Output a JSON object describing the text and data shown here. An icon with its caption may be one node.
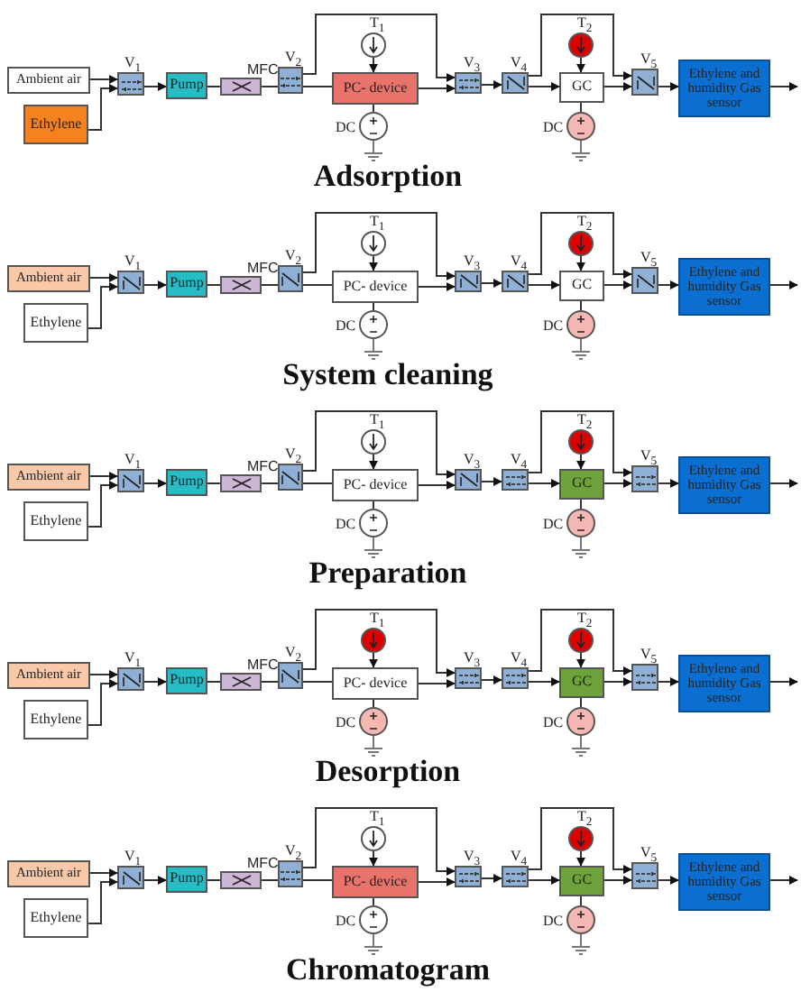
{
  "diagram": {
    "nodes": [
      {
        "text": [
          "Ambient air"
        ]
      },
      {
        "text": [
          "Ethylene"
        ]
      },
      {
        "text": [],
        "shape": "box",
        "beside": [
          "V$_{1}$"
        ]
      },
      {
        "text": [
          "Pump"
        ]
      },
      {
        "text": [],
        "shape": "box",
        "beside": [
          "MFC"
        ]
      },
      {
        "text": [],
        "shape": "box",
        "beside": [
          "V$_{2}$"
        ]
      },
      {
        "text": [
          "PC- device"
        ]
      },
      {
        "text": [],
        "shape": "circle",
        "beside": [
          "T$_{1}$"
        ]
      },
      {
        "text": [],
        "shape": "circle",
        "beside": [
          "DC"
        ]
      },
      {
        "text": [],
        "shape": "box",
        "beside": [
          "V$_{3}$"
        ]
      },
      {
        "text": [],
        "shape": "box",
        "beside": [
          "V$_{4}$"
        ]
      },
      {
        "text": [
          "GC"
        ]
      },
      {
        "text": [],
        "shape": "circle",
        "beside": [
          "T$_{2}$"
        ]
      },
      {
        "text": [],
        "shape": "circle",
        "beside": [
          "DC"
        ]
      },
      {
        "text": [],
        "shape": "box",
        "beside": [
          "V$_{5}$"
        ]
      },
      {
        "text": [
          "Ethylene and humidity Gas sensor"
        ]
      },
      {
        "text": [
          "Ambient air"
        ]
      },
      {
        "text": [
          "Ethylene"
        ]
      },
      {
        "text": [],
        "shape": "box",
        "beside": [
          "V$_{1}$"
        ]
      },
      {
        "text": [
          "Pump"
        ]
      },
      {
        "text": [],
        "shape": "box",
        "beside": [
          "MFC"
        ]
      },
      {
        "text": [],
        "shape": "box",
        "beside": [
          "V$_{2}$"
        ]
      },
      {
        "text": [
          "PC- device"
        ]
      },
      {
        "text": [],
        "shape": "circle",
        "beside": [
          "T$_{1}$"
        ]
      },
      {
        "text": [],
        "shape": "circle",
        "beside": [
          "DC"
        ]
      },
      {
        "text": [],
        "shape": "box",
        "beside": [
          "V$_{3}$"
        ]
      },
      {
        "text": [],
        "shape": "box",
        "beside": [
          "V$_{4}$"
        ]
      },
      {
        "text": [
          "GC"
        ]
      },
      {
        "text": [],
        "shape": "circle",
        "beside": [
          "T$_{2}$"
        ]
      },
      {
        "text": [],
        "shape": "circle",
        "beside": [
          "DC"
        ]
      },
      {
        "text": [],
        "shape": "box",
        "beside": [
          "V$_{5}$"
        ]
      },
      {
        "text": [
          "Ethylene and humidity Gas sensor"
        ]
      },
      {
        "text": [
          "Ambient air"
        ]
      },
      {
        "text": [
          "Ethylene"
        ]
      },
      {
        "text": [],
        "shape": "box",
        "beside": [
          "V$_{1}$"
        ]
      },
      {
        "text": [
          "Pump"
        ]
      },
      {
        "text": [],
        "shape": "box",
        "beside": [
          "MFC"
        ]
      },
      {
        "text": [],
        "shape": "box",
        "beside": [
          "V$_{2}$"
        ]
      },
      {
        "text": [
          "PC- device"
        ]
      },
      {
        "text": [],
        "shape": "circle",
        "beside": [
          "T$_{1}$"
        ]
      },
      {
        "text": [],
        "shape": "circle",
        "beside": [
          "DC"
        ]
      },
      {
        "text": [],
        "shape": "box",
        "beside": [
          "V$_{3}$"
        ]
      },
      {
        "text": [],
        "shape": "box",
        "beside": [
          "V$_{4}$"
        ]
      },
      {
        "text": [
          "GC"
        ]
      },
      {
        "text": [],
        "shape": "circle",
        "beside": [
          "T$_{2}$"
        ]
      },
      {
        "text": [],
        "shape": "circle",
        "beside": [
          "DC"
        ]
      },
      {
        "text": [],
        "shape": "box",
        "beside": [
          "V$_{5}$"
        ]
      },
      {
        "text": [
          "Ethylene and humidity Gas sensor"
        ]
      },
      {
        "text": [
          "Ambient air"
        ]
      },
      {
        "text": [
          "Ethylene"
        ]
      },
      {
        "text": [],
        "shape": "box",
        "beside": [
          "V$_{1}$"
        ]
      },
      {
        "text": [
          "Pump"
        ]
      },
      {
        "text": [],
        "shape": "box",
        "beside": [
          "MFC"
        ]
      },
      {
        "text": [],
        "shape": "box",
        "beside": [
          "V$_{2}$"
        ]
      },
      {
        "text": [
          "PC- device"
        ]
      },
      {
        "text": [],
        "shape": "circle",
        "beside": [
          "T$_{1}$"
        ]
      },
      {
        "text": [],
        "shape": "circle",
        "beside": [
          "DC"
        ]
      },
      {
        "text": [],
        "shape": "box",
        "beside": [
          "V$_{3}$"
        ]
      },
      {
        "text": [],
        "shape": "box",
        "beside": [
          "V$_{4}$"
        ]
      },
      {
        "text": [
          "GC"
        ]
      },
      {
        "text": [],
        "shape": "circle",
        "beside": [
          "T$_{2}$"
        ]
      },
      {
        "text": [],
        "shape": "circle",
        "beside": [
          "DC"
        ]
      },
      {
        "text": [],
        "shape": "box",
        "beside": [
          "V$_{5}$"
        ]
      },
      {
        "text": [
          "Ethylene and humidity Gas sensor"
        ]
      },
      {
        "text": [
          "Ambient air"
        ]
      },
      {
        "text": [
          "Ethylene"
        ]
      },
      {
        "text": [],
        "shape": "box",
        "beside": [
          "V$_{1}$"
        ]
      },
      {
        "text": [
          "Pump"
        ]
      },
      {
        "text": [],
        "shape": "box",
        "beside": [
          "MFC"
        ]
      },
      {
        "text": [],
        "shape": "box",
        "beside": [
          "V$_{2}$"
        ]
      },
      {
        "text": [
          "PC- device"
        ]
      },
      {
        "text": [],
        "shape": "circle",
        "beside": [
          "T$_{1}$"
        ]
      },
      {
        "text": [],
        "shape": "circle",
        "beside": [
          "DC"
        ]
      },
      {
        "text": [],
        "shape": "box",
        "beside": [
          "V$_{3}$"
        ]
      },
      {
        "text": [],
        "shape": "box",
        "beside": [
          "V$_{4}$"
        ]
      },
      {
        "text": [
          "GC"
        ]
      },
      {
        "text": [],
        "shape": "circle",
        "beside": [
          "T$_{2}$"
        ]
      },
      {
        "text": [],
        "shape": "circle",
        "beside": [
          "DC"
        ]
      },
      {
        "text": [],
        "shape": "box",
        "beside": [
          "V$_{5}$"
        ]
      },
      {
        "text": [
          "Ethylene and humidity Gas sensor"
        ]
      }
    ],
    "edges": [
      {
        "from": 0,
        "to": 2,
        "arrow": "to"
      },
      {
        "from": 1,
        "to": 2,
        "arrow": "to"
      },
      {
        "from": 2,
        "to": 3,
        "arrow": "to"
      },
      {
        "from": 3,
        "to": 4,
        "arrow": "none"
      },
      {
        "from": 4,
        "to": 5,
        "arrow": "none"
      },
      {
        "from": 5,
        "to": 6,
        "arrow": "none"
      },
      {
        "from": 5,
        "to": 9,
        "arrow": "to"
      },
      {
        "from": 6,
        "to": 9,
        "arrow": "to"
      },
      {
        "from": 7,
        "to": 6,
        "arrow": "to"
      },
      {
        "from": 8,
        "to": 6,
        "arrow": "none"
      },
      {
        "from": 9,
        "to": 10,
        "arrow": "to"
      },
      {
        "from": 10,
        "to": 11,
        "arrow": "to"
      },
      {
        "from": 10,
        "to": 14,
        "arrow": "to"
      },
      {
        "from": 11,
        "to": 14,
        "arrow": "to"
      },
      {
        "from": 12,
        "to": 11,
        "arrow": "to"
      },
      {
        "from": 13,
        "to": 11,
        "arrow": "none"
      },
      {
        "from": 14,
        "to": 15,
        "arrow": "to"
      },
      {
        "from": 15,
        "to": null,
        "arrow": "to"
      },
      {
        "from": 16,
        "to": 18,
        "arrow": "to"
      },
      {
        "from": 17,
        "to": 18,
        "arrow": "to"
      },
      {
        "from": 18,
        "to": 19,
        "arrow": "to"
      },
      {
        "from": 19,
        "to": 20,
        "arrow": "none"
      },
      {
        "from": 20,
        "to": 21,
        "arrow": "none"
      },
      {
        "from": 21,
        "to": 22,
        "arrow": "none"
      },
      {
        "from": 21,
        "to": 25,
        "arrow": "to"
      },
      {
        "from": 22,
        "to": 25,
        "arrow": "to"
      },
      {
        "from": 23,
        "to": 22,
        "arrow": "to"
      },
      {
        "from": 24,
        "to": 22,
        "arrow": "none"
      },
      {
        "from": 25,
        "to": 26,
        "arrow": "to"
      },
      {
        "from": 26,
        "to": 27,
        "arrow": "to"
      },
      {
        "from": 26,
        "to": 30,
        "arrow": "to"
      },
      {
        "from": 27,
        "to": 30,
        "arrow": "to"
      },
      {
        "from": 28,
        "to": 27,
        "arrow": "to"
      },
      {
        "from": 29,
        "to": 27,
        "arrow": "none"
      },
      {
        "from": 30,
        "to": 31,
        "arrow": "to"
      },
      {
        "from": 31,
        "to": null,
        "arrow": "to"
      },
      {
        "from": 32,
        "to": 34,
        "arrow": "to"
      },
      {
        "from": 33,
        "to": 34,
        "arrow": "to"
      },
      {
        "from": 34,
        "to": 35,
        "arrow": "to"
      },
      {
        "from": 35,
        "to": 36,
        "arrow": "none"
      },
      {
        "from": 36,
        "to": 37,
        "arrow": "none"
      },
      {
        "from": 37,
        "to": 38,
        "arrow": "none"
      },
      {
        "from": 37,
        "to": 41,
        "arrow": "to"
      },
      {
        "from": 38,
        "to": 41,
        "arrow": "to"
      },
      {
        "from": 39,
        "to": 38,
        "arrow": "to"
      },
      {
        "from": 40,
        "to": 38,
        "arrow": "none"
      },
      {
        "from": 41,
        "to": 42,
        "arrow": "to"
      },
      {
        "from": 42,
        "to": 43,
        "arrow": "to"
      },
      {
        "from": 42,
        "to": 46,
        "arrow": "to"
      },
      {
        "from": 43,
        "to": 46,
        "arrow": "to"
      },
      {
        "from": 44,
        "to": 43,
        "arrow": "to"
      },
      {
        "from": 45,
        "to": 43,
        "arrow": "none"
      },
      {
        "from": 46,
        "to": 47,
        "arrow": "to"
      },
      {
        "from": 47,
        "to": null,
        "arrow": "to"
      },
      {
        "from": 48,
        "to": 50,
        "arrow": "to"
      },
      {
        "from": 49,
        "to": 50,
        "arrow": "to"
      },
      {
        "from": 50,
        "to": 51,
        "arrow": "to"
      },
      {
        "from": 51,
        "to": 52,
        "arrow": "none"
      },
      {
        "from": 52,
        "to": 53,
        "arrow": "none"
      },
      {
        "from": 53,
        "to": 54,
        "arrow": "none"
      },
      {
        "from": 53,
        "to": 57,
        "arrow": "to"
      },
      {
        "from": 54,
        "to": 57,
        "arrow": "to"
      },
      {
        "from": 55,
        "to": 54,
        "arrow": "to"
      },
      {
        "from": 56,
        "to": 54,
        "arrow": "none"
      },
      {
        "from": 57,
        "to": 58,
        "arrow": "to"
      },
      {
        "from": 58,
        "to": 59,
        "arrow": "to"
      },
      {
        "from": 58,
        "to": 62,
        "arrow": "to"
      },
      {
        "from": 59,
        "to": 62,
        "arrow": "to"
      },
      {
        "from": 60,
        "to": 59,
        "arrow": "to"
      },
      {
        "from": 61,
        "to": 59,
        "arrow": "none"
      },
      {
        "from": 62,
        "to": 63,
        "arrow": "to"
      },
      {
        "from": 63,
        "to": null,
        "arrow": "to"
      },
      {
        "from": 64,
        "to": 66,
        "arrow": "to"
      },
      {
        "from": 65,
        "to": 66,
        "arrow": "to"
      },
      {
        "from": 66,
        "to": 67,
        "arrow": "to"
      },
      {
        "from": 67,
        "to": 68,
        "arrow": "none"
      },
      {
        "from": 68,
        "to": 69,
        "arrow": "none"
      },
      {
        "from": 69,
        "to": 70,
        "arrow": "none"
      },
      {
        "from": 69,
        "to": 73,
        "arrow": "to"
      },
      {
        "from": 70,
        "to": 73,
        "arrow": "to"
      },
      {
        "from": 71,
        "to": 70,
        "arrow": "to"
      },
      {
        "from": 72,
        "to": 70,
        "arrow": "none"
      },
      {
        "from": 73,
        "to": 74,
        "arrow": "to"
      },
      {
        "from": 74,
        "to": 75,
        "arrow": "to"
      },
      {
        "from": 74,
        "to": 78,
        "arrow": "to"
      },
      {
        "from": 75,
        "to": 78,
        "arrow": "to"
      },
      {
        "from": 76,
        "to": 75,
        "arrow": "to"
      },
      {
        "from": 77,
        "to": 75,
        "arrow": "none"
      },
      {
        "from": 78,
        "to": 79,
        "arrow": "to"
      },
      {
        "from": 79,
        "to": null,
        "arrow": "to"
      }
    ],
    "labels": [
      "Adsorption",
      "System cleaning",
      "Preparation",
      "Desorption",
      "Chromatogram"
    ]
  }
}
